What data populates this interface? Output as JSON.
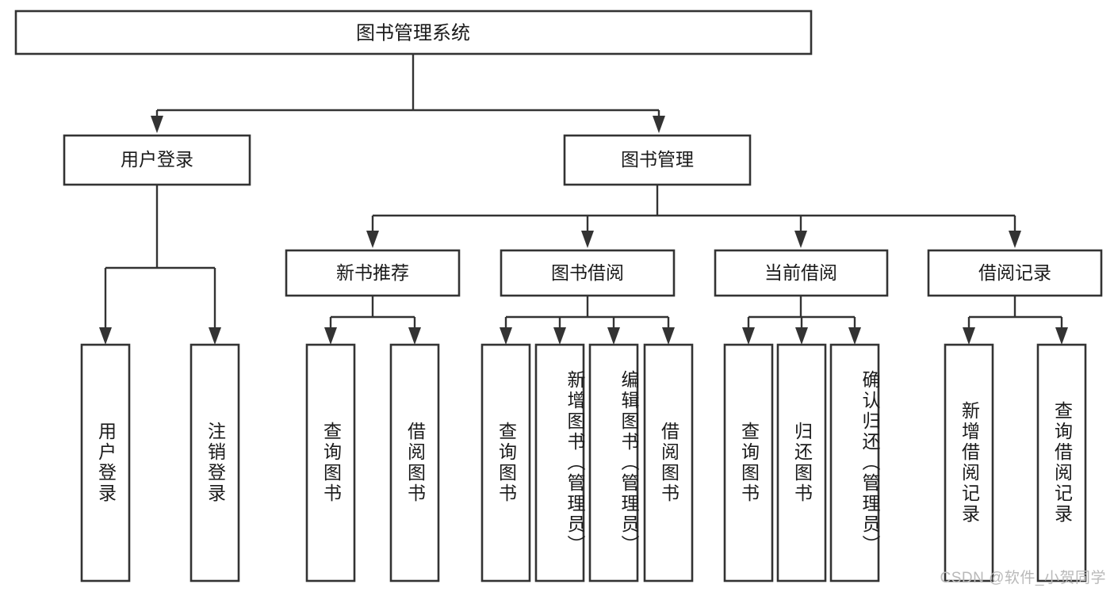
{
  "diagram": {
    "type": "tree-hierarchy",
    "title": "图书管理系统",
    "watermark": "CSDN @软件_小贺同学",
    "colors": {
      "box_stroke": "#333333",
      "box_fill": "#ffffff",
      "connector": "#333333",
      "text": "#1a1a1a",
      "watermark": "#b9b9b9",
      "background": "#ffffff"
    },
    "levels": {
      "root": {
        "label": "图书管理系统"
      },
      "level2": [
        {
          "label": "用户登录"
        },
        {
          "label": "图书管理"
        }
      ],
      "level3": [
        {
          "label": "新书推荐"
        },
        {
          "label": "图书借阅"
        },
        {
          "label": "当前借阅"
        },
        {
          "label": "借阅记录"
        }
      ],
      "leaves": [
        {
          "label": "用户登录",
          "parent": "用户登录"
        },
        {
          "label": "注销登录",
          "parent": "用户登录"
        },
        {
          "label": "查询图书",
          "parent": "新书推荐"
        },
        {
          "label": "借阅图书",
          "parent": "新书推荐"
        },
        {
          "label": "查询图书",
          "parent": "图书借阅"
        },
        {
          "label": "新增图书（管理员）",
          "parent": "图书借阅"
        },
        {
          "label": "编辑图书（管理员）",
          "parent": "图书借阅"
        },
        {
          "label": "借阅图书",
          "parent": "图书借阅"
        },
        {
          "label": "查询图书",
          "parent": "当前借阅"
        },
        {
          "label": "归还图书",
          "parent": "当前借阅"
        },
        {
          "label": "确认归还（管理员）",
          "parent": "当前借阅"
        },
        {
          "label": "新增借阅记录",
          "parent": "借阅记录"
        },
        {
          "label": "查询借阅记录",
          "parent": "借阅记录"
        }
      ]
    }
  }
}
